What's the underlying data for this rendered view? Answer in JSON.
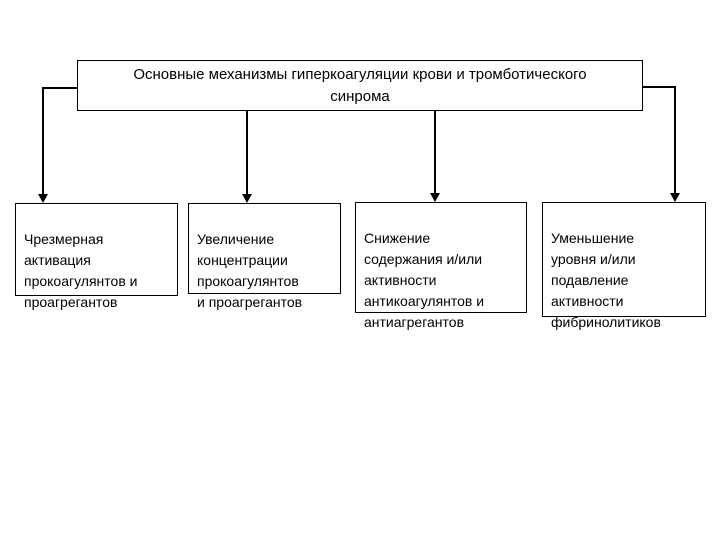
{
  "diagram": {
    "title": "Основные механизмы гиперкоагуляции крови и тромботического\nсинрома",
    "boxes": [
      {
        "id": "box-1",
        "text": "Чрезмерная\nактивация\nпрокоагулянтов и\nпроагрегантов"
      },
      {
        "id": "box-2",
        "text": "Увеличение\nконцентрации\nпрокоагулянтов\nи проагрегантов"
      },
      {
        "id": "box-3",
        "text": "Снижение\nсодержания и/или\nактивности\nантикоагулянтов и\nантиагрегантов"
      },
      {
        "id": "box-4",
        "text": "Уменьшение\nуровня и/или\nподавление\nактивности\nфибринолитиков"
      }
    ],
    "connectors": [
      {
        "from": "title",
        "to": "box-1",
        "arrow": "arrow-down-icon"
      },
      {
        "from": "title",
        "to": "box-2",
        "arrow": "arrow-down-icon"
      },
      {
        "from": "title",
        "to": "box-3",
        "arrow": "arrow-down-icon"
      },
      {
        "from": "title",
        "to": "box-4",
        "arrow": "arrow-down-icon"
      }
    ],
    "colors": {
      "background": "#ffffff",
      "border": "#000000",
      "text": "#000000"
    }
  }
}
